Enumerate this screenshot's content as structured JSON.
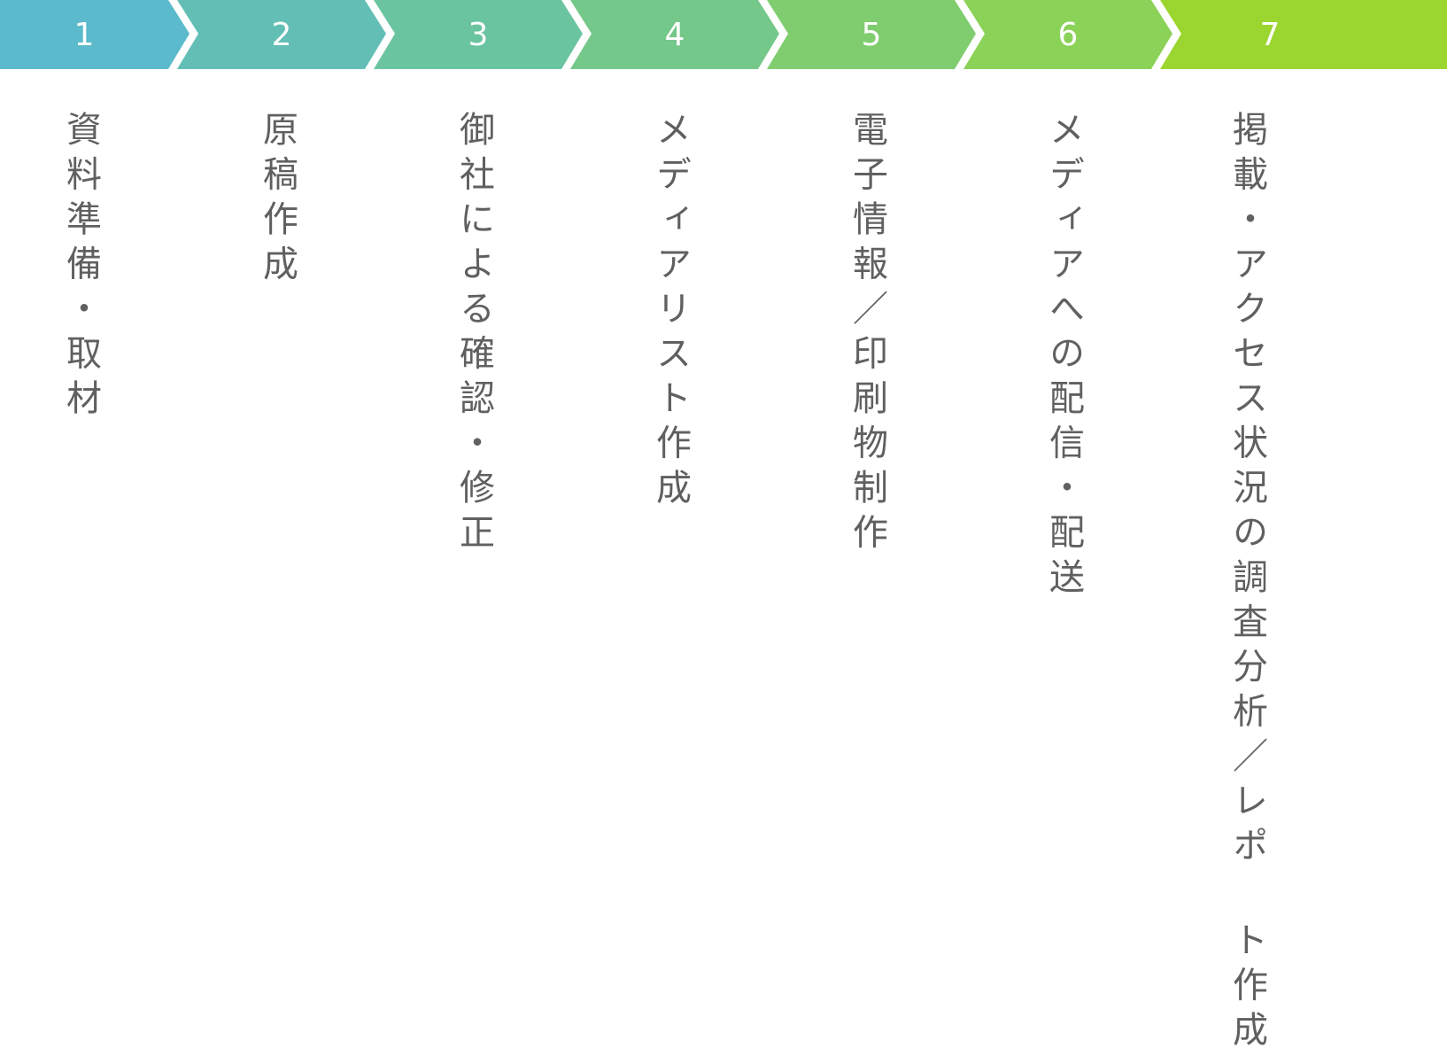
{
  "steps": [
    {
      "number": "1",
      "label": "資料準備・取材",
      "color": "#5bbacb"
    },
    {
      "number": "2",
      "label": "原稿作成",
      "color": "#63bfb5"
    },
    {
      "number": "3",
      "label": "御社による確認・修正",
      "color": "#6bc4a0"
    },
    {
      "number": "4",
      "label": "メディアリスト作成",
      "color": "#74c889"
    },
    {
      "number": "5",
      "label": "電子情報／印刷物制作",
      "color": "#7fcd6f"
    },
    {
      "number": "6",
      "label": "メディアへの配信・配送",
      "color": "#8bd258"
    },
    {
      "number": "7",
      "label": "掲載・アクセス状況の調査分析／レポ ト作成",
      "color": "#9bd630"
    }
  ]
}
